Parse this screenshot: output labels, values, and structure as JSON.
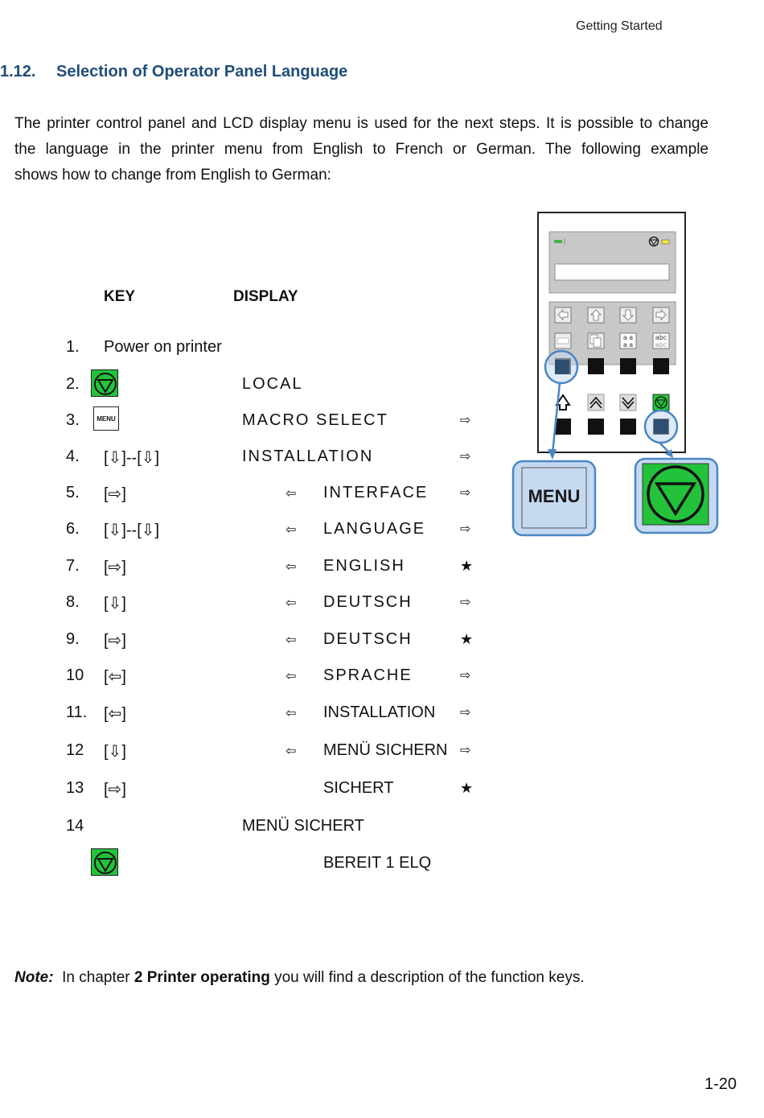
{
  "header": {
    "section_label": "Getting Started"
  },
  "section": {
    "number": "1.12.",
    "title": "Selection of Operator Panel Language"
  },
  "intro": {
    "line1": "The printer control panel and LCD display menu is used for the next steps. It is possible to change",
    "line2": "the language in the printer menu from English to French or German. The following example",
    "line3": "shows how to change from English to German:"
  },
  "table": {
    "col_key": "KEY",
    "col_display": "DISPLAY",
    "steps": [
      {
        "num": "1.",
        "key": "Power on printer",
        "key_icon": "",
        "display": "",
        "indent": false,
        "left_arrow": false,
        "right_marker": ""
      },
      {
        "num": "2.",
        "key": "",
        "key_icon": "stop-key-icon",
        "display": "LOCAL",
        "indent": false,
        "left_arrow": false,
        "right_marker": ""
      },
      {
        "num": "3.",
        "key": "",
        "key_icon": "menu-key-icon",
        "display": "MACRO SELECT",
        "indent": false,
        "left_arrow": false,
        "right_marker": "⇨"
      },
      {
        "num": "4.",
        "key": "[⇩]--[⇩]",
        "key_icon": "",
        "display": "INSTALLATION",
        "indent": false,
        "left_arrow": false,
        "right_marker": "⇨"
      },
      {
        "num": "5.",
        "key": "[⇨]",
        "key_icon": "",
        "display": "INTERFACE",
        "indent": true,
        "left_arrow": true,
        "right_marker": "⇨"
      },
      {
        "num": "6.",
        "key": "[⇩]--[⇩]",
        "key_icon": "",
        "display": "LANGUAGE",
        "indent": true,
        "left_arrow": true,
        "right_marker": "⇨"
      },
      {
        "num": "7.",
        "key": "[⇨]",
        "key_icon": "",
        "display": "ENGLISH",
        "indent": true,
        "left_arrow": true,
        "right_marker": "★"
      },
      {
        "num": "8.",
        "key": "[⇩]",
        "key_icon": "",
        "display": "DEUTSCH",
        "indent": true,
        "left_arrow": true,
        "right_marker": "⇨"
      },
      {
        "num": "9.",
        "key": "[⇨]",
        "key_icon": "",
        "display": "DEUTSCH",
        "indent": true,
        "left_arrow": true,
        "right_marker": "★"
      },
      {
        "num": "10",
        "key": "[⇦]",
        "key_icon": "",
        "display": "SPRACHE",
        "indent": true,
        "left_arrow": true,
        "right_marker": "⇨"
      },
      {
        "num": "11.",
        "key": "[⇦]",
        "key_icon": "",
        "display": "INSTALLATION",
        "indent": true,
        "left_arrow": true,
        "right_marker": "⇨"
      },
      {
        "num": "12",
        "key": "[⇩]",
        "key_icon": "",
        "display": "MENÜ SICHERN",
        "indent": true,
        "left_arrow": true,
        "right_marker": "⇨"
      },
      {
        "num": "13",
        "key": "[⇨]",
        "key_icon": "",
        "display": "SICHERT",
        "indent": true,
        "left_arrow": false,
        "right_marker": "★"
      },
      {
        "num": "14",
        "key": "",
        "key_icon": "",
        "display": "MENÜ SICHERT",
        "indent": false,
        "left_arrow": false,
        "right_marker": ""
      },
      {
        "num": "",
        "key": "",
        "key_icon": "stop-key-icon",
        "display": "BEREIT  1 ELQ",
        "indent": true,
        "left_arrow": false,
        "right_marker": ""
      }
    ]
  },
  "panel": {
    "menu_label": "MENU",
    "key_labels": {
      "aa": "a a",
      "abc": "abc"
    },
    "colors": {
      "panel_gray": "#c8c8c8",
      "callout_fill": "#c5d9f1",
      "callout_stroke": "#4a86c5",
      "stop_green": "#22c33a"
    }
  },
  "note": {
    "label": "Note:",
    "prefix": "In chapter",
    "bold": "2 Printer operating",
    "suffix": "you will find a description of the function keys."
  },
  "footer": {
    "page_number": "1-20"
  }
}
